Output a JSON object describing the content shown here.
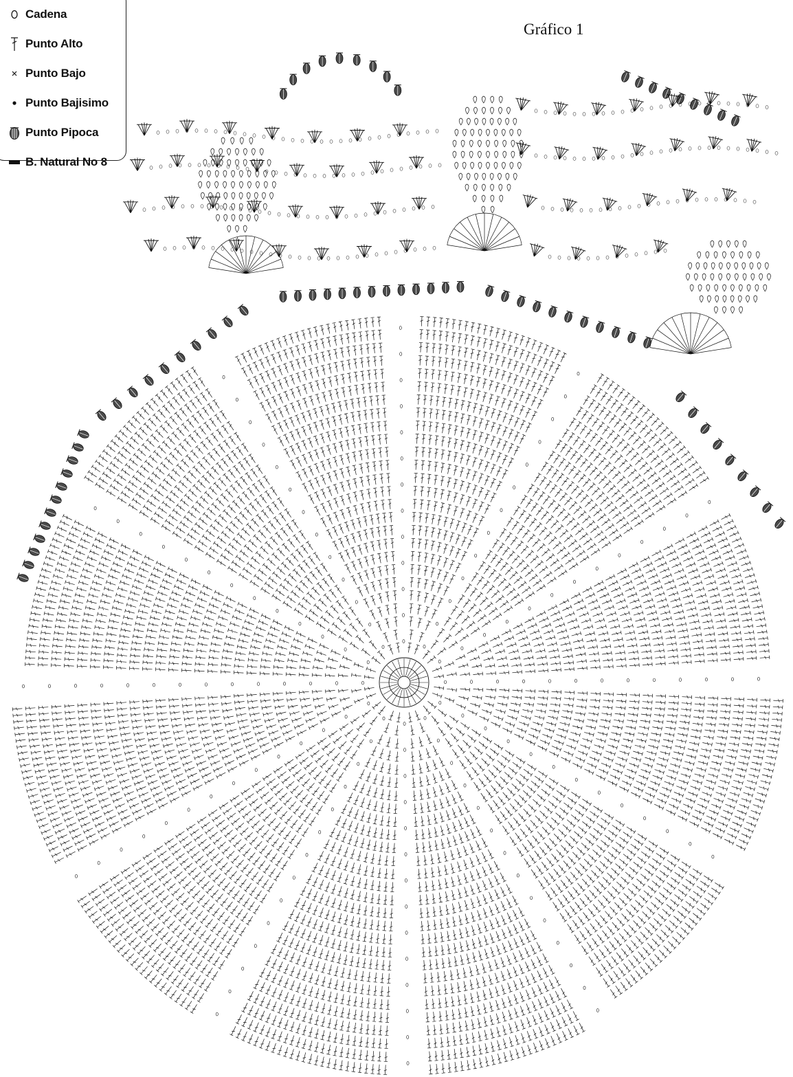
{
  "diagram": {
    "title": "Gráfico 1",
    "legend": [
      {
        "label": "Cadena",
        "icon": "chain-oval-icon"
      },
      {
        "label": "Punto Alto",
        "icon": "double-crochet-icon"
      },
      {
        "label": "Punto Bajo",
        "icon": "single-crochet-x-icon"
      },
      {
        "label": "Punto Bajisimo",
        "icon": "slip-stitch-dot-icon"
      },
      {
        "label": "Punto Pipoca",
        "icon": "popcorn-stitch-icon"
      },
      {
        "label": "B. Natural No 8",
        "icon": "yarn-swatch-icon"
      }
    ],
    "colors": {
      "ink": "#111111",
      "background": "#ffffff"
    }
  }
}
